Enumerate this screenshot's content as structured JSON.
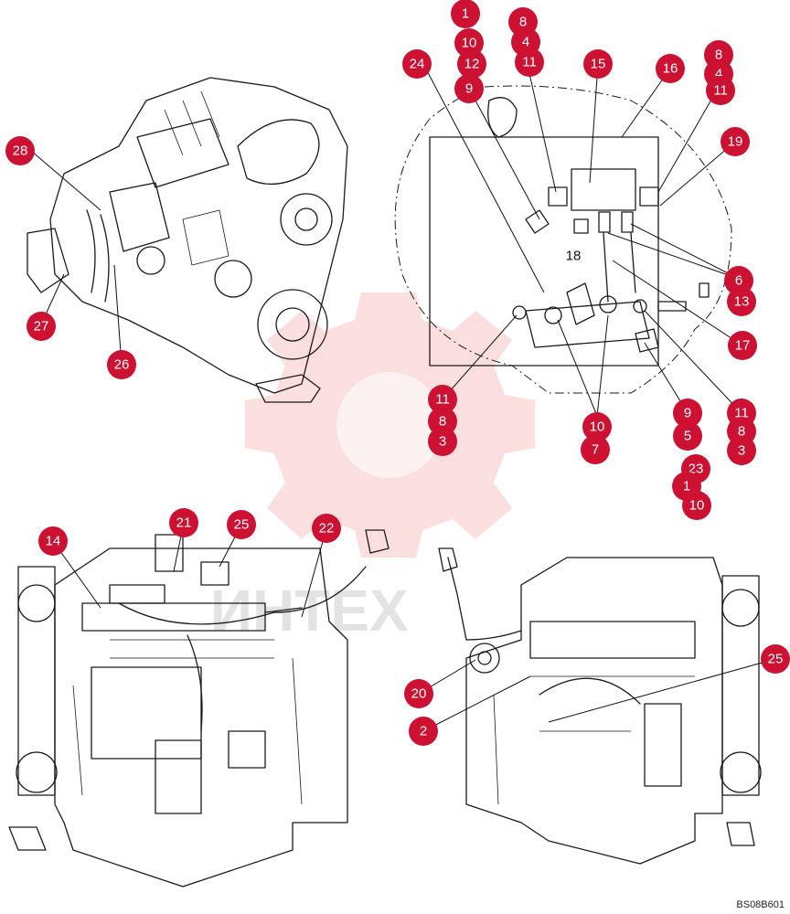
{
  "figure_code": "BS08B601",
  "watermark_text": "ИНТЕХ",
  "colors": {
    "callout": "#cc1133",
    "line": "#1a1a1a",
    "watermark": "#f28a8a"
  },
  "plain_label": "18",
  "callouts": [
    {
      "id": "c1a",
      "label": "1"
    },
    {
      "id": "c10a",
      "label": "10"
    },
    {
      "id": "c12a",
      "label": "12"
    },
    {
      "id": "c9a",
      "label": "9"
    },
    {
      "id": "c8a",
      "label": "8"
    },
    {
      "id": "c4a",
      "label": "4"
    },
    {
      "id": "c11a",
      "label": "11"
    },
    {
      "id": "c24",
      "label": "24"
    },
    {
      "id": "c15",
      "label": "15"
    },
    {
      "id": "c16",
      "label": "16"
    },
    {
      "id": "c8b",
      "label": "8"
    },
    {
      "id": "c4b",
      "label": "4"
    },
    {
      "id": "c11b",
      "label": "11"
    },
    {
      "id": "c19",
      "label": "19"
    },
    {
      "id": "c28",
      "label": "28"
    },
    {
      "id": "c6",
      "label": "6"
    },
    {
      "id": "c13",
      "label": "13"
    },
    {
      "id": "c17",
      "label": "17"
    },
    {
      "id": "c27",
      "label": "27"
    },
    {
      "id": "c26",
      "label": "26"
    },
    {
      "id": "c11c",
      "label": "11"
    },
    {
      "id": "c8c",
      "label": "8"
    },
    {
      "id": "c3a",
      "label": "3"
    },
    {
      "id": "c10b",
      "label": "10"
    },
    {
      "id": "c7",
      "label": "7"
    },
    {
      "id": "c9b",
      "label": "9"
    },
    {
      "id": "c5",
      "label": "5"
    },
    {
      "id": "c23",
      "label": "23"
    },
    {
      "id": "c1b",
      "label": "1"
    },
    {
      "id": "c10c",
      "label": "10"
    },
    {
      "id": "c11d",
      "label": "11"
    },
    {
      "id": "c8d",
      "label": "8"
    },
    {
      "id": "c3b",
      "label": "3"
    },
    {
      "id": "c14",
      "label": "14"
    },
    {
      "id": "c21",
      "label": "21"
    },
    {
      "id": "c25a",
      "label": "25"
    },
    {
      "id": "c22",
      "label": "22"
    },
    {
      "id": "c20",
      "label": "20"
    },
    {
      "id": "c2",
      "label": "2"
    },
    {
      "id": "c25b",
      "label": "25"
    }
  ]
}
